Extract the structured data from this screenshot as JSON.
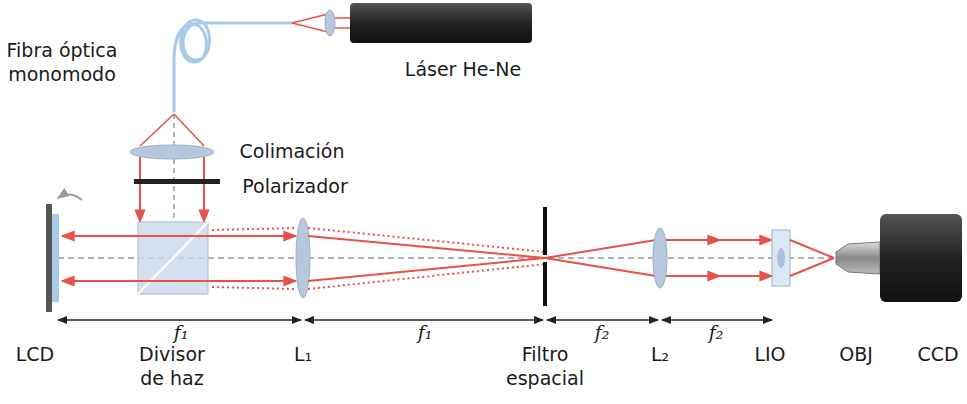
{
  "diagram": {
    "labels": [
      "Fibra óptica monomodo",
      "Láser He-Ne",
      "Colimación",
      "Polarizador",
      "f₁",
      "f₁",
      "f₂",
      "f₂",
      "LCD",
      "Divisor de haz",
      "L₁",
      "Filtro espacial",
      "L₂",
      "LIO",
      "OBJ",
      "CCD"
    ]
  }
}
